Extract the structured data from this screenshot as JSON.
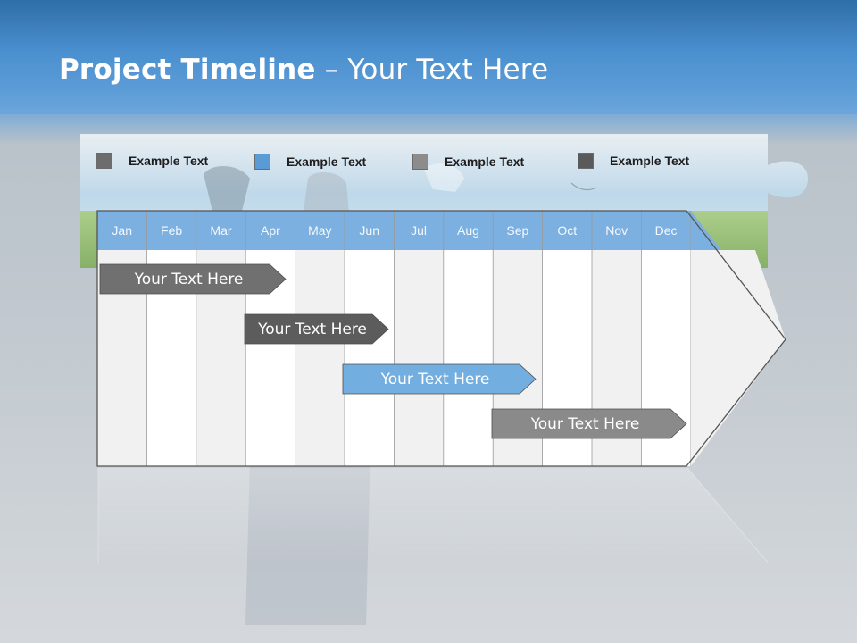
{
  "title": {
    "bold": "Project Timeline",
    "rest": " – Your Text Here"
  },
  "legend": [
    {
      "label": "Example Text",
      "color": "#6d6d6d"
    },
    {
      "label": "Example Text",
      "color": "#5b9bd5"
    },
    {
      "label": "Example Text",
      "color": "#8c8c8c"
    },
    {
      "label": "Example Text",
      "color": "#5a5a5a"
    }
  ],
  "months": [
    "Jan",
    "Feb",
    "Mar",
    "Apr",
    "May",
    "Jun",
    "Jul",
    "Aug",
    "Sep",
    "Oct",
    "Nov",
    "Dec"
  ],
  "tasks": [
    {
      "label": "Your  Text Here",
      "start_month": "Jan",
      "end_month": "Apr",
      "color": "#707070"
    },
    {
      "label": "Your  Text Here",
      "start_month": "Apr",
      "end_month": "Jun",
      "color": "#5c5c5c"
    },
    {
      "label": "Your  Text Here",
      "start_month": "Jun",
      "end_month": "Sep",
      "color": "#73aee0"
    },
    {
      "label": "Your  Text Here",
      "start_month": "Sep",
      "end_month": "Dec",
      "color": "#8a8a8a"
    }
  ],
  "colors": {
    "header": "#7cb0e0",
    "title_bar": "#4a8fcf"
  }
}
